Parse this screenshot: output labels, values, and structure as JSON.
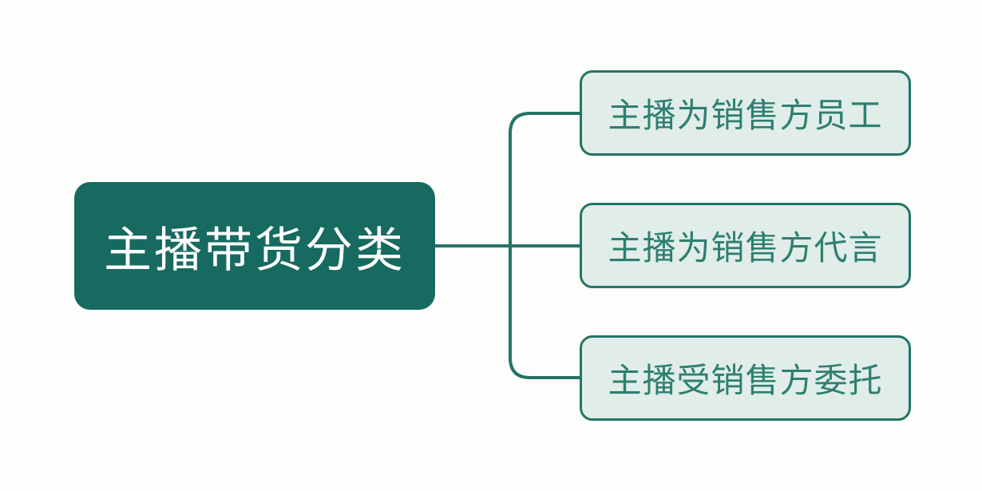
{
  "diagram": {
    "root": {
      "label": "主播带货分类"
    },
    "children": [
      {
        "label": "主播为销售方员工"
      },
      {
        "label": "主播为销售方代言"
      },
      {
        "label": "主播受销售方委托"
      }
    ],
    "colors": {
      "background": "#fdfdfb",
      "root_fill": "#176a5f",
      "root_text": "#ffffff",
      "child_fill": "#e0ede9",
      "child_border": "#247467",
      "child_text": "#2e7f70",
      "connector": "#247467"
    }
  }
}
